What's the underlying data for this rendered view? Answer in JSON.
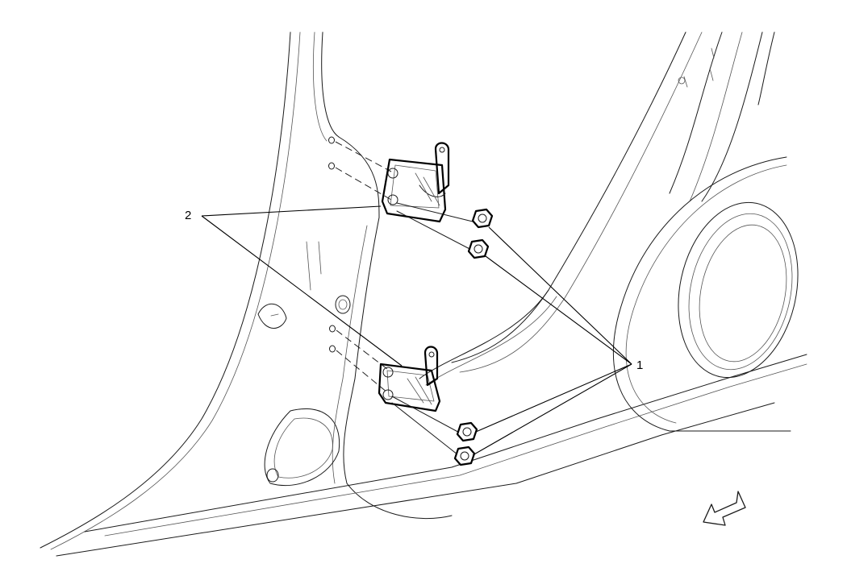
{
  "diagram": {
    "callouts": [
      {
        "id": "1",
        "label": "1"
      },
      {
        "id": "2",
        "label": "2"
      }
    ],
    "icons": [
      "view-direction-arrow-icon"
    ]
  }
}
